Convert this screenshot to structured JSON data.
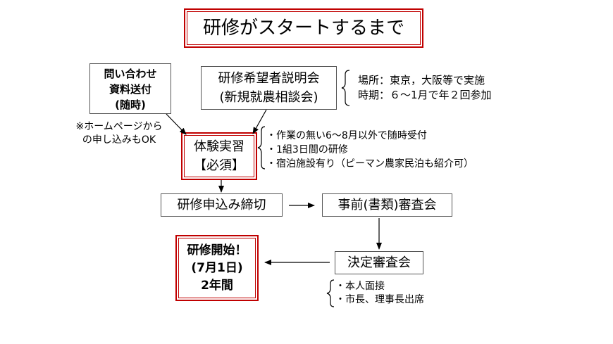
{
  "title": "研修がスタートするまで",
  "boxes": {
    "inquiry": [
      "問い合わせ",
      "資料送付",
      "(随時)"
    ],
    "briefing": [
      "研修希望者説明会",
      "(新規就農相談会)"
    ],
    "trial": [
      "体験実習",
      "【必須】"
    ],
    "deadline": "研修申込み締切",
    "prereview": "事前(書類)審査会",
    "decision": "決定審査会",
    "start": [
      "研修開始！",
      "(7月1日)",
      "2年間"
    ]
  },
  "notes": {
    "homepage": [
      "※ホームページから",
      "の申し込みもOK"
    ],
    "briefing_info": [
      "場所：東京，大阪等で実施",
      "時期：６～1月で年２回参加"
    ],
    "trial_info": [
      "・作業の無い6～8月以外で随時受付",
      "・1組3日間の研修",
      "・宿泊施設有り（ピーマン農家民泊も紹介可）"
    ],
    "decision_info": [
      "・本人面接",
      "・市長、理事長出席"
    ]
  }
}
